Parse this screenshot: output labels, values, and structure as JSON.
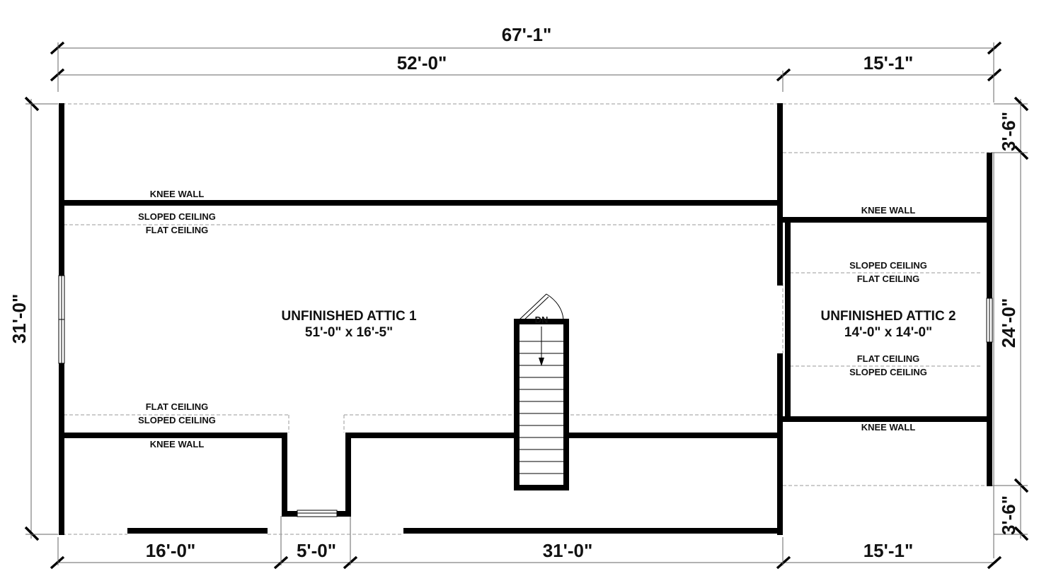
{
  "dimensions": {
    "overall_width": "67'-1\"",
    "left_width": "52'-0\"",
    "right_width_top": "15'-1\"",
    "overall_depth": "31'-0\"",
    "right_top_offset": "3'-6\"",
    "right_depth": "24'-0\"",
    "right_bottom_offset": "3'-6\"",
    "bottom_seg1": "16'-0\"",
    "bottom_seg2": "5'-0\"",
    "bottom_seg3": "31'-0\"",
    "right_width_bottom": "15'-1\""
  },
  "rooms": [
    {
      "name": "UNFINISHED ATTIC 1",
      "size": "51'-0\" x 16'-5\""
    },
    {
      "name": "UNFINISHED ATTIC 2",
      "size": "14'-0\" x 14'-0\""
    }
  ],
  "labels": {
    "knee_wall": "KNEE WALL",
    "sloped_ceiling": "SLOPED CEILING",
    "flat_ceiling": "FLAT CEILING",
    "stair_down": "DN"
  }
}
